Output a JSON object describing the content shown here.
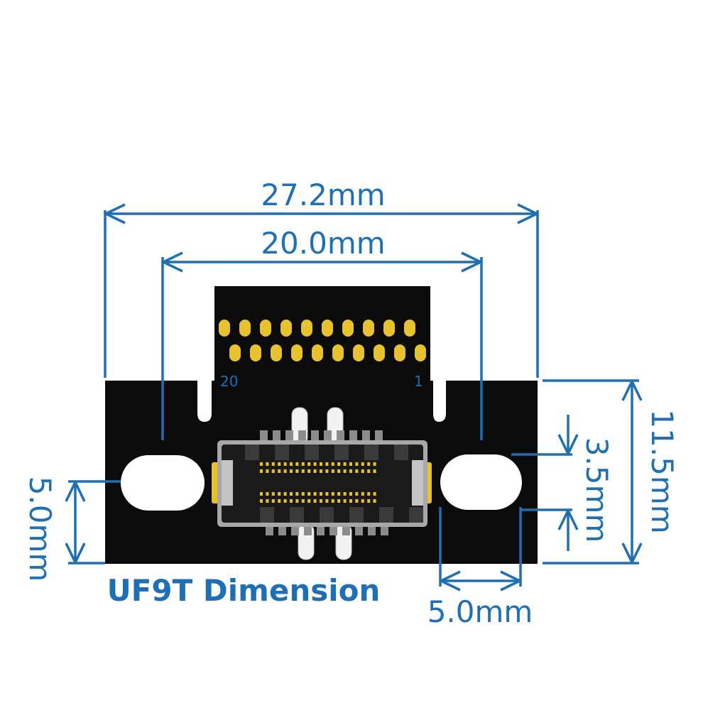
{
  "colors": {
    "dimension": "#1f6fb4",
    "board": "#0b0b0b",
    "gold": "#e8c22e",
    "connector_body": "#1a1a1a",
    "connector_shell": "#9a9a9a",
    "pin_white": "#f2f2f2"
  },
  "dimensions": {
    "overall_width": "27.2mm",
    "hole_spacing": "20.0mm",
    "board_height": "11.5mm",
    "hole_offset_top": "3.5mm",
    "hole_height": "5.0mm",
    "hole_width": "5.0mm"
  },
  "pin_labels": {
    "left": "20",
    "right": "1"
  },
  "caption": "UF9T Dimension"
}
